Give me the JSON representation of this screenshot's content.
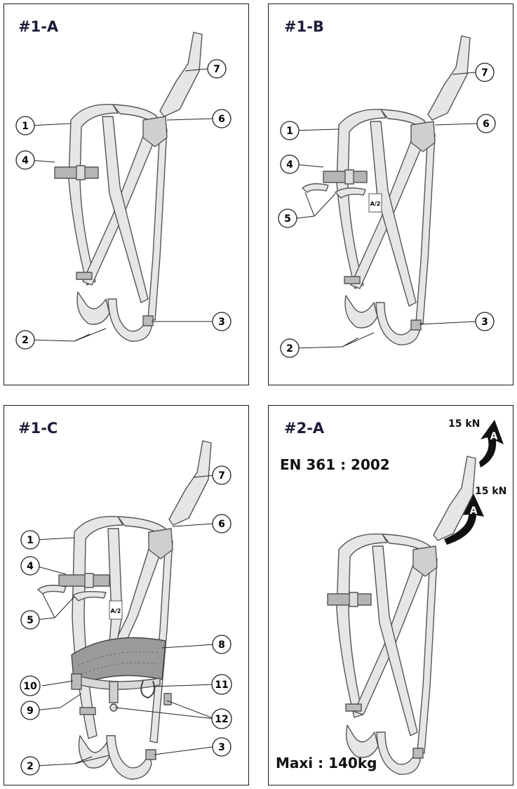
{
  "panels": [
    {
      "title": "#1-A"
    },
    {
      "title": "#1-B"
    },
    {
      "title": "#1-C"
    },
    {
      "title": "#2-A"
    }
  ],
  "callouts": {
    "c1": "1",
    "c2": "2",
    "c3": "3",
    "c4": "4",
    "c5": "5",
    "c6": "6",
    "c7": "7",
    "c8": "8",
    "c9": "9",
    "c10": "10",
    "c11": "11",
    "c12": "12"
  },
  "strap_marker": "A/2",
  "standard": "EN 361 : 2002",
  "max_load": "Maxi : 140kg",
  "force_top": "15 kN",
  "force_lower": "15 kN",
  "anchor_letter": "A",
  "colors": {
    "strap_fill": "#e6e6e6",
    "strap_line": "#555555",
    "pad": "#9a9a9a",
    "frame": "#1a1a1a"
  }
}
